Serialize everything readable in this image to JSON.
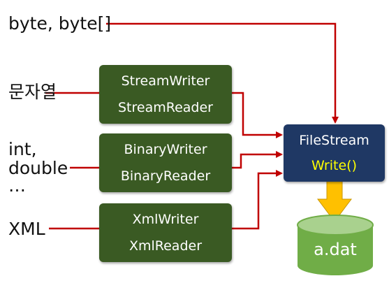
{
  "inputs": {
    "bytes": "byte, byte[]",
    "string": "문자열",
    "numeric_line1": "int,",
    "numeric_line2": "double",
    "numeric_line3": "…",
    "xml": "XML"
  },
  "adapters": {
    "stream": {
      "writer": "StreamWriter",
      "reader": "StreamReader"
    },
    "binary": {
      "writer": "BinaryWriter",
      "reader": "BinaryReader"
    },
    "xml": {
      "writer": "XmlWriter",
      "reader": "XmlReader"
    }
  },
  "filestream": {
    "name": "FileStream",
    "method": "Write()"
  },
  "file": {
    "name": "a.dat"
  },
  "colors": {
    "line": "#c00000",
    "adapter_box": "#3a5a23",
    "filestream_box": "#1f3864",
    "method_text": "#ffff00",
    "arrow": "#ffc000",
    "cylinder": "#70ad47"
  }
}
